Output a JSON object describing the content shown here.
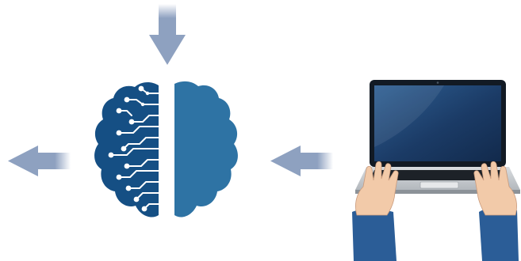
{
  "diagram": {
    "nodes": [
      {
        "id": "brain",
        "icon": "ai-brain-icon"
      },
      {
        "id": "user-laptop",
        "icon": "laptop-typing-icon"
      }
    ],
    "edges": [
      {
        "from": "top",
        "to": "brain",
        "icon": "arrow-down-icon"
      },
      {
        "from": "user-laptop",
        "to": "brain",
        "icon": "arrow-left-icon"
      },
      {
        "from": "brain",
        "to": "left",
        "icon": "arrow-left-icon"
      }
    ],
    "colors": {
      "brain_dark": "#154f84",
      "brain_light": "#2e73a4",
      "arrow": "#8ea1c0",
      "sleeve": "#2b5d97",
      "skin": "#f2caa9",
      "laptop_body": "#c9cdd1",
      "screen": "#1c3f6c"
    }
  }
}
